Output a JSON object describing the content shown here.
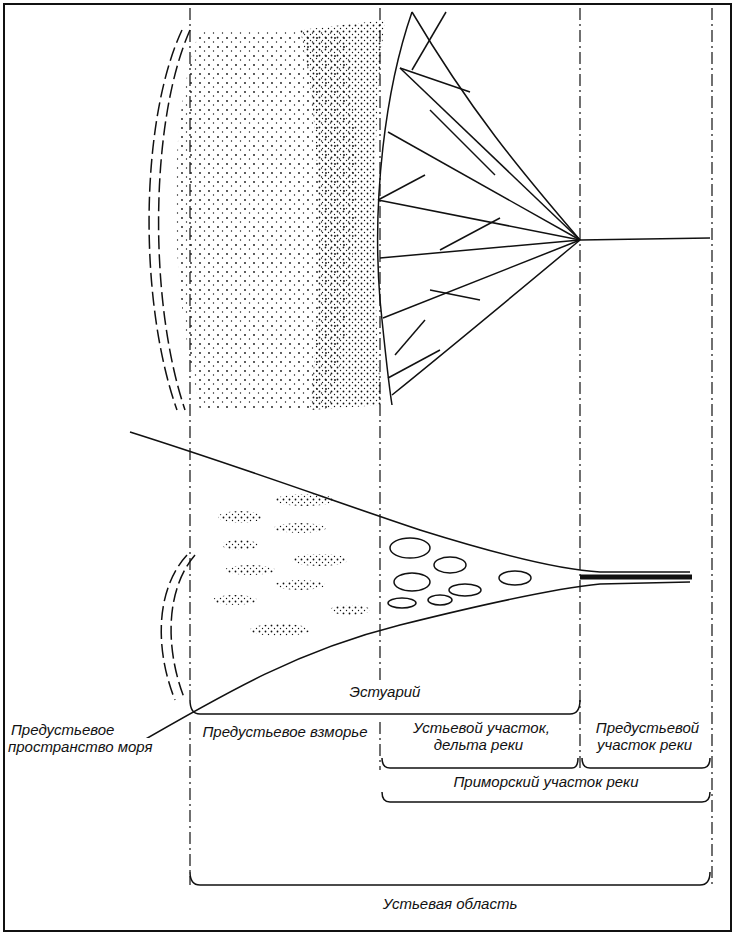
{
  "diagram": {
    "labels": [
      "Эстуарий",
      "Предустьевое пространство моря",
      "Предустьевое взморье",
      "Устьевой участок, дельта реки",
      "Предустьевой участок реки",
      "Приморский участок реки",
      "Устьевая область"
    ]
  }
}
